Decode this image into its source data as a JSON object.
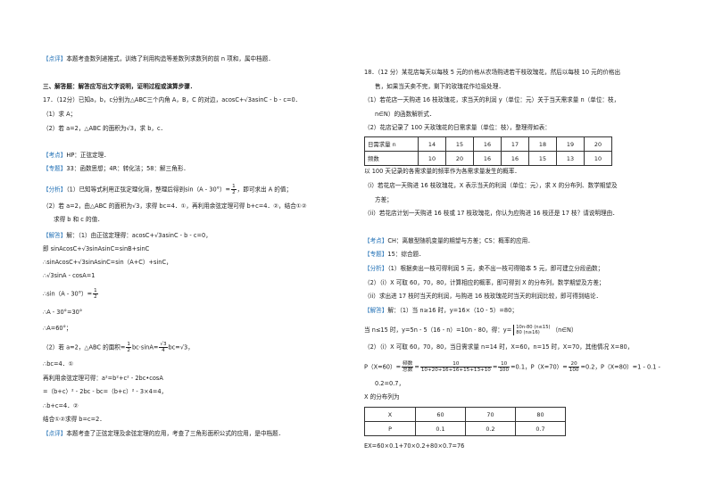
{
  "left": {
    "dianping1_tag": "【点评】",
    "dianping1": "本题考查数列递推式，训练了利用构造等差数列求数列的前 n 项和，属中档题．",
    "section": "三、解答题：解答应写出文字说明，证明过程或演算步骤．",
    "q17_a": "17．（12分）已知a，b，c分别为△ABC三个内角 A，B，C 的对边，acosC+",
    "q17_b": "asinC - b - c=0．",
    "q17_1": "（1）求 A；",
    "q17_2a": "（2）若 a=2，△ABC 的面积为",
    "q17_2b": "，求 b，c．",
    "kaodian_tag": "【考点】",
    "kaodian": "HP：正弦定理．",
    "zhuanti_tag": "【专题】",
    "zhuanti": "33：函数思想；4R：转化法；58：解三角形．",
    "fenxi_tag": "【分析】",
    "fenxi1a": "（1）已知等式利用正弦定理化简，整理后得到sin（A - 30°）=",
    "fenxi1b": "，即可求出 A 的值；",
    "fenxi2a": "（2）若 a=2，由△ABC 的面积为",
    "fenxi2b": "，求得 bc=4．①，再利用余弦定理可得 b+c=4．②，结合①②",
    "fenxi3": "求得 b 和 c 的值．",
    "jieda_tag": "【解答】",
    "jieda1a": "解：（1）由正弦定理得：acosC+",
    "jieda1b": "asinC - b - c=0，",
    "jieda2a": "即 sinAcosC+",
    "jieda2b": "sinAsinC=sinB+sinC",
    "jieda3a": "∴sinAcosC+",
    "jieda3b": "sinAsinC=sin（A+C）+sinC，",
    "jieda4a": "∴",
    "jieda4b": "sinA - cosA=1",
    "jieda5": "∴sin（A - 30°）=",
    "jieda6": "∴A - 30°=30°",
    "jieda7": "∴A=60°；",
    "jieda8a": "（2）若 a=2，△ABC 的面积=",
    "jieda8b": "bc·sinA=",
    "jieda8c": "bc=",
    "jieda8d": "，",
    "jieda9": "∴bc=4．①",
    "jieda10": "再利用余弦定理可得：a²=b²+c² - 2bc•cosA",
    "jieda11": "=（b+c）² - 2bc - bc=（b+c）² - 3×4=4，",
    "jieda12": "∴b+c=4．②",
    "jieda13": "结合①②求得 b=c=2．",
    "dianping2_tag": "【点评】",
    "dianping2": "本题考查了正弦定理及余弦定理的应用，考查了三角形面积公式的应用，是中档题．",
    "sqrt3": "√3",
    "half_num": "1",
    "half_den": "2",
    "s34_num": "√3",
    "s34_den": "4"
  },
  "right": {
    "q18_1": "18．（12 分）某花店每天以每枝 5 元的价格从农场购进若干枝玫瑰花，然后以每枝 10 元的价格出",
    "q18_2": "售，如果当天卖不完，剩下的玫瑰花作垃圾处理．",
    "q18_3": "（1）若花店一天购进 16 枝玫瑰花，求当天的利润 y（单位：元）关于当天需求量 n（单位：枝，",
    "q18_4": "n∈N）的函数解析式．",
    "q18_5": "（2）花店记录了 100 天玫瑰花的日需求量（单位：枝），整理得如表：",
    "table1": {
      "rows": [
        [
          "日需求量 n",
          "14",
          "15",
          "16",
          "17",
          "18",
          "19",
          "20"
        ],
        [
          "频数",
          "10",
          "20",
          "16",
          "16",
          "15",
          "13",
          "10"
        ]
      ]
    },
    "q18_6": "以 100 天记录的各需求量的频率作为各需求量发生的概率．",
    "q18_7": "（i）若花店一天购进 16 枝玫瑰花，X 表示当天的利润（单位：元），求 X 的分布列、数学期望及",
    "q18_8": "方差；",
    "q18_9": "（ii）若花店计划一天购进 16 枝或 17 枝玫瑰花，你认为应购进 16 枝还是 17 枝？请说明理由．",
    "kaodian_tag": "【考点】",
    "kaodian": "CH：离散型随机变量的期望与方差；CS：概率的应用．",
    "zhuanti_tag": "【专题】",
    "zhuanti": "15：综合题．",
    "fenxi_tag": "【分析】",
    "fenxi1": "（1）根据卖出一枝可得利润 5 元，卖不出一枝可得赔本 5 元，即可建立分段函数；",
    "fenxi2": "（2）（i）X 可取 60，70，80，计算相应的概率，即可得到 X 的分布列，数学期望及方差；",
    "fenxi3": "（ii）求出进 17 枝时当天的利润，与购进 16 枝玫瑰花时当天的利润比较，即可得到结论．",
    "jieda_tag": "【解答】",
    "jieda1": "解：（1）当 n≥16 时，y=16×（10 - 5）=80；",
    "jieda2a": "当 n≤15 时，y=5n - 5（16 - n）=10n - 80，得：y=",
    "brace_top": "10n-80 (n≤15)",
    "brace_bot": "80      (n≥16)",
    "jieda2b": "（n∈N）",
    "jieda3": "（2）（i）X 可取 60，70，80，当日需求量 n=14 时，X=60，n=15 时，X=70，其他情况 X=80，",
    "jieda4a": "P（X=60）=",
    "p_frac1_num": "频数",
    "p_frac1_den": "总数",
    "p_eq1": "=",
    "p_frac2_num": "10",
    "p_frac2_den": "10+20+16+16+15+13+10",
    "p_eq2": "=",
    "p_frac3_num": "10",
    "p_frac3_den": "100",
    "jieda4b": "=0.1，P（X=70）=",
    "p_frac4_num": "20",
    "p_frac4_den": "100",
    "jieda4c": "=0.2，P（X=80）=1 - 0.1 -",
    "jieda5": "0.2=0.7，",
    "jieda6": "X 的分布列为",
    "table2": {
      "rows": [
        [
          "X",
          "60",
          "70",
          "80"
        ],
        [
          "P",
          "0.1",
          "0.2",
          "0.7"
        ]
      ]
    },
    "jieda7": "EX=60×0.1+70×0.2+80×0.7=76"
  },
  "colors": {
    "tag": "#1f6fb5",
    "text": "#1a1a1a",
    "background": "#ffffff"
  }
}
